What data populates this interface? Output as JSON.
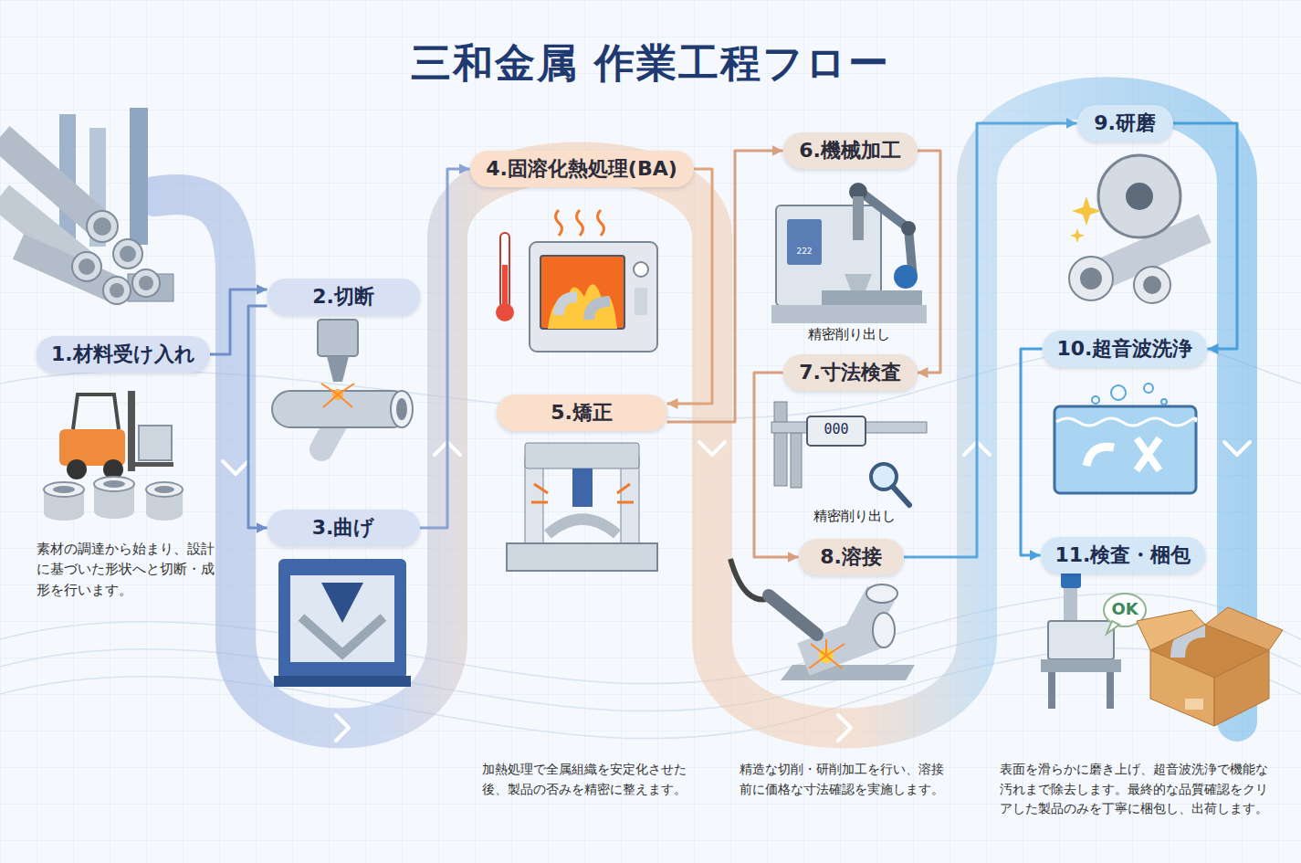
{
  "diagram": {
    "title": "三和金属 作業工程フロー",
    "nodes": [
      {
        "text": [
          "1.材料受け入れ"
        ]
      },
      {
        "text": [
          "2.切断"
        ]
      },
      {
        "text": [
          "3.曲げ"
        ]
      },
      {
        "text": [
          "4.固溶化熱処理(BA)"
        ]
      },
      {
        "text": [
          "5.矯正"
        ]
      },
      {
        "text": [
          "6.機械加工"
        ]
      },
      {
        "text": [
          "7.寸法検査"
        ]
      },
      {
        "text": [
          "8.溶接"
        ]
      },
      {
        "text": [
          "9.研磨"
        ]
      },
      {
        "text": [
          "10.超音波洗浄"
        ]
      },
      {
        "text": [
          "11.検査・梱包"
        ]
      }
    ],
    "edges": [
      {
        "from": 0,
        "to": 1,
        "arrow": "to"
      },
      {
        "from": 1,
        "to": 2,
        "arrow": "to"
      },
      {
        "from": 2,
        "to": 3,
        "arrow": "to"
      },
      {
        "from": 3,
        "to": 4,
        "arrow": "to"
      },
      {
        "from": 4,
        "to": 5,
        "arrow": "to"
      },
      {
        "from": 5,
        "to": 6,
        "arrow": "to"
      },
      {
        "from": 6,
        "to": 7,
        "arrow": "to"
      },
      {
        "from": 7,
        "to": 8,
        "arrow": "to"
      },
      {
        "from": 8,
        "to": 9,
        "arrow": "to"
      },
      {
        "from": 9,
        "to": 10,
        "arrow": "to"
      }
    ],
    "labels": [
      "素材の調達から始まり、設計に基づいた形状へと切断・成形を行います。",
      "222",
      "精密削り出し",
      "000",
      "精密削り出し",
      "加熱処理で全属組織を安定化させた後、製品の否みを精密に整えます。",
      "精造な切削・研削加工を行い、溶接前に価格な寸法確認を実施します。",
      "OK",
      "表面を滑らかに磨き上げ、超音波洗浄で機能な汚れまで除去します。最終的な品質確認をクリアした製品のみを丁寧に梱包し、出荷します。"
    ]
  }
}
